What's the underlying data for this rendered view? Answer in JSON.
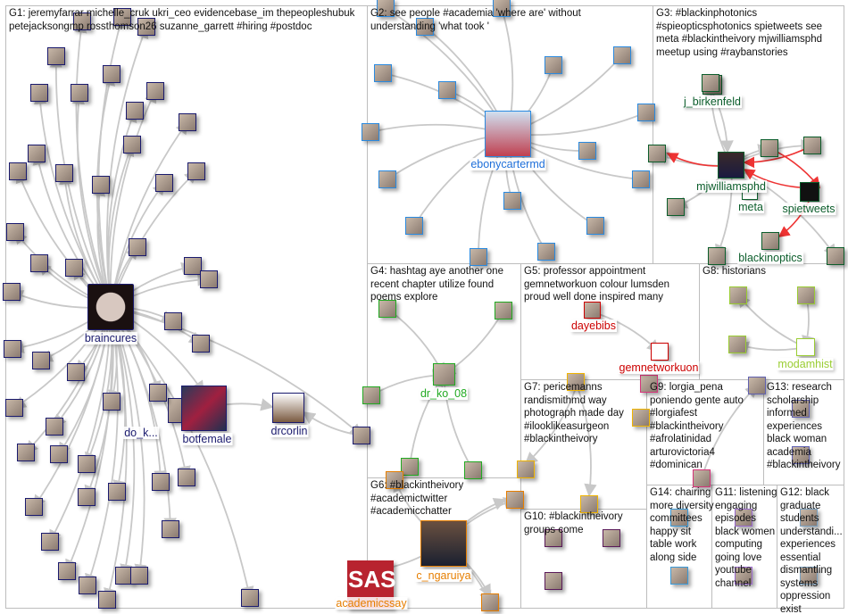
{
  "groups": {
    "g1": "G1: jeremyfarrar michelle_cruk ukri_ceo evidencebase_im thepeopleshubuk petejacksongmp rossthomson26 suzanne_garrett #hiring #postdoc",
    "g2": "G2: see people #academia 'where are' without understanding 'what took '",
    "g3": "G3: #blackinphotonics #spieopticsphotonics spietweets see meta #blackintheivory mjwilliamsphd meetup using #raybanstories",
    "g4": "G4: hashtag aye another one recent chapter utilize found poems explore",
    "g5": "G5: professor appointment gemnetworkuon colour lumsden proud well done inspired many",
    "g6": "G6: #blackintheivory #academictwitter #academicchatter",
    "g7": "G7: pericemanns randismithmd way photograph made day #ilooklikeasurgeon #blackintheivory",
    "g8": "G8: historians",
    "g9": "G9: lorgia_pena poniendo gente auto #lorgiafest #blackintheivory #afrolatinidad arturovictoria4 #dominican",
    "g10": "G10: #blackintheivory groups come",
    "g11": "G11: listening engaging episodes black women computing going love youtube channel",
    "g12": "G12: black graduate students understandi... experiences essential dismantling systems oppression exist",
    "g13": "G13: research scholarship informed experiences black woman academia #blackintheivory",
    "g14": "G14: chairing more diversity committees happy sit table work along side"
  },
  "labels": {
    "braincures": "braincures",
    "botfemale": "botfemale",
    "do_k": "do_k...",
    "drcorlin": "drcorlin",
    "academicssay": "academicssay",
    "sas_logo": "SAS",
    "c_ngaruiya": "c_ngaruiya",
    "ebonycartermd": "ebonycartermd",
    "j_birkenfeld": "j_birkenfeld",
    "mjwilliamsphd": "mjwilliamsphd",
    "meta": "meta",
    "spietweets": "spietweets",
    "blackinoptics": "blackinoptics",
    "dr_ko_08": "dr_ko_08",
    "dayebibs": "dayebibs",
    "gemnetworkuon": "gemnetworkuon",
    "modamhist": "modamhist"
  },
  "colors": {
    "g1": "#1a1a6e",
    "g2": "#2a8ae0",
    "g3": "#0b5d2b",
    "g4": "#22aa22",
    "g5": "#cc0000",
    "g6": "#e67e00",
    "g7": "#f0b400",
    "g8": "#9acd32",
    "g9": "#d6337a",
    "g10": "#5a1a5a",
    "g11": "#9a6ad0",
    "g12": "#7aa0c0",
    "g13": "#6060b0",
    "g14": "#3a9ad9",
    "edge": "#c8c8c8",
    "edge_red": "#ee3333"
  }
}
